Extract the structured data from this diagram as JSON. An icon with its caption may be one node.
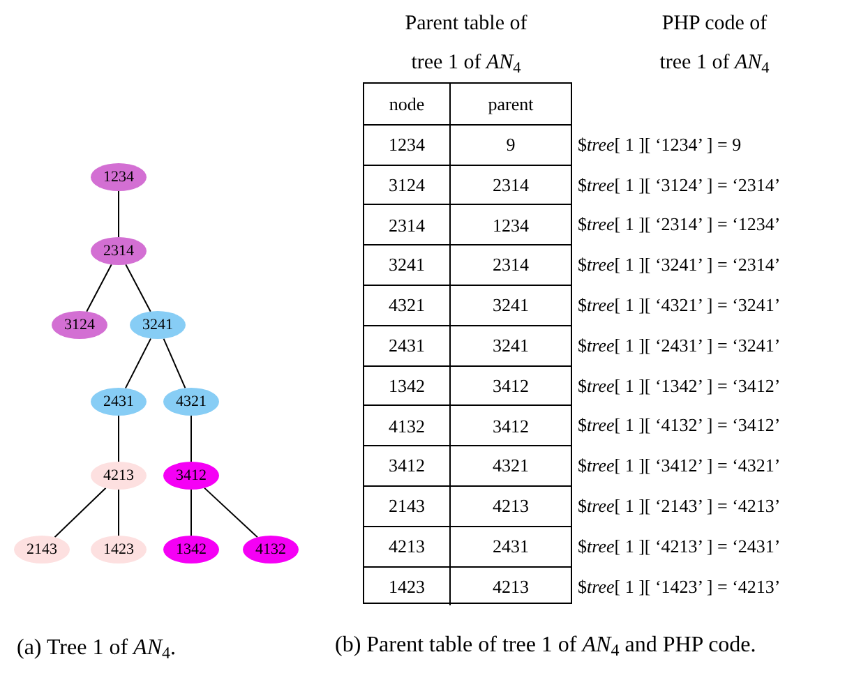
{
  "diagram": {
    "nodes": [
      {
        "text": [
          "1234"
        ]
      },
      {
        "text": [
          "2314"
        ]
      },
      {
        "text": [
          "3124"
        ]
      },
      {
        "text": [
          "3241"
        ]
      },
      {
        "text": [
          "2431"
        ]
      },
      {
        "text": [
          "4321"
        ]
      },
      {
        "text": [
          "4213"
        ]
      },
      {
        "text": [
          "3412"
        ]
      },
      {
        "text": [
          "2143"
        ]
      },
      {
        "text": [
          "1423"
        ]
      },
      {
        "text": [
          "1342"
        ]
      },
      {
        "text": [
          "4132"
        ]
      }
    ],
    "edges": [
      {
        "from": 0,
        "to": 1,
        "arrow": "none"
      },
      {
        "from": 1,
        "to": 2,
        "arrow": "none"
      },
      {
        "from": 1,
        "to": 3,
        "arrow": "none"
      },
      {
        "from": 3,
        "to": 4,
        "arrow": "none"
      },
      {
        "from": 3,
        "to": 5,
        "arrow": "none"
      },
      {
        "from": 4,
        "to": 6,
        "arrow": "none"
      },
      {
        "from": 5,
        "to": 7,
        "arrow": "none"
      },
      {
        "from": 6,
        "to": 8,
        "arrow": "none"
      },
      {
        "from": 6,
        "to": 9,
        "arrow": "none"
      },
      {
        "from": 7,
        "to": 10,
        "arrow": "none"
      },
      {
        "from": 7,
        "to": 11,
        "arrow": "none"
      }
    ],
    "labels": [
      "Parent table of",
      "tree 1 of *AN*$_{4}$",
      "PHP code of",
      "tree 1 of *AN*$_{4}$",
      "node",
      "parent",
      "1234",
      "9",
      "$*tree*[ 1 ][ ‘1234’ ] = 9",
      "3124",
      "2314",
      "$*tree*[ 1 ][ ‘3124’ ] = ‘2314’",
      "2314",
      "1234",
      "$*tree*[ 1 ][ ‘2314’ ] = ‘1234’",
      "3241",
      "2314",
      "$*tree*[ 1 ][ ‘3241’ ] = ‘2314’",
      "4321",
      "3241",
      "$*tree*[ 1 ][ ‘4321’ ] = ‘3241’",
      "2431",
      "3241",
      "$*tree*[ 1 ][ ‘2431’ ] = ‘3241’",
      "1342",
      "3412",
      "$*tree*[ 1 ][ ‘1342’ ] = ‘3412’",
      "4132",
      "3412",
      "$*tree*[ 1 ][ ‘4132’ ] = ‘3412’",
      "3412",
      "4321",
      "$*tree*[ 1 ][ ‘3412’ ] = ‘4321’",
      "2143",
      "4213",
      "$*tree*[ 1 ][ ‘2143’ ] = ‘4213’",
      "4213",
      "2431",
      "$*tree*[ 1 ][ ‘4213’ ] = ‘2431’",
      "1423",
      "4213",
      "$*tree*[ 1 ][ ‘1423’ ] = ‘4213’",
      "(a) Tree 1 of *AN*$_{4}$.",
      "(b) Parent table of tree 1 of *AN*$_{4}$ and PHP code."
    ]
  }
}
